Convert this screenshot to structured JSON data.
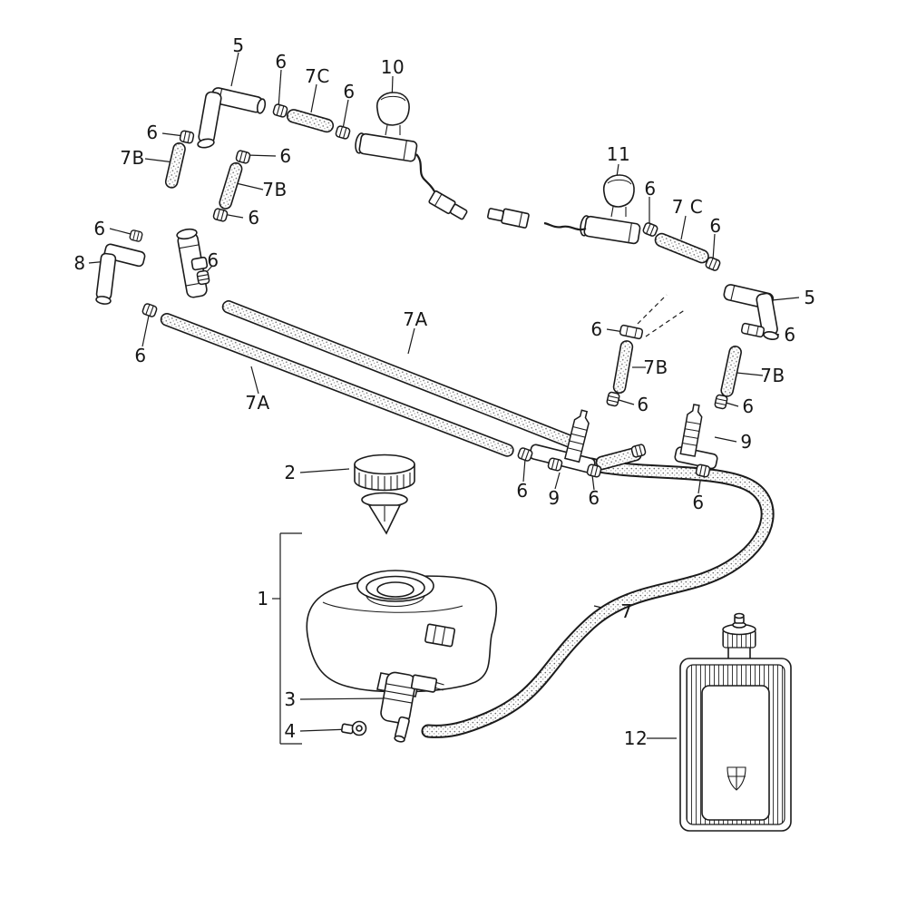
{
  "colors": {
    "ink": "#1b1b1b",
    "paper": "#ffffff",
    "hose_dot": "#6b6b6b"
  },
  "diagram": {
    "callouts": [
      {
        "text": "5"
      },
      {
        "text": "6"
      },
      {
        "text": "7C"
      },
      {
        "text": "6"
      },
      {
        "text": "10"
      },
      {
        "text": "6"
      },
      {
        "text": "7B"
      },
      {
        "text": "6"
      },
      {
        "text": "7B"
      },
      {
        "text": "6"
      },
      {
        "text": "6"
      },
      {
        "text": "8"
      },
      {
        "text": "6"
      },
      {
        "text": "6"
      },
      {
        "text": "7A"
      },
      {
        "text": "7A"
      },
      {
        "text": "11"
      },
      {
        "text": "6"
      },
      {
        "text": "7 C"
      },
      {
        "text": "6"
      },
      {
        "text": "5"
      },
      {
        "text": "6"
      },
      {
        "text": "6"
      },
      {
        "text": "7B"
      },
      {
        "text": "7B"
      },
      {
        "text": "6"
      },
      {
        "text": "6"
      },
      {
        "text": "9"
      },
      {
        "text": "6"
      },
      {
        "text": "9"
      },
      {
        "text": "6"
      },
      {
        "text": "6"
      },
      {
        "text": "2"
      },
      {
        "text": "1"
      },
      {
        "text": "3"
      },
      {
        "text": "4"
      },
      {
        "text": "7"
      },
      {
        "text": "12"
      }
    ]
  }
}
